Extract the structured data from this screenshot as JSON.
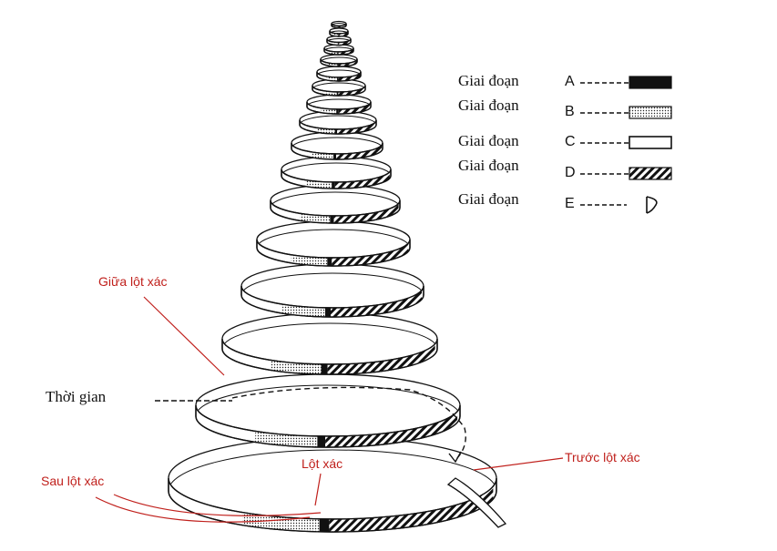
{
  "legend": {
    "prefix": "Giai đoạn",
    "items": [
      {
        "letter": "A",
        "pattern": "solid"
      },
      {
        "letter": "B",
        "pattern": "dotted"
      },
      {
        "letter": "C",
        "pattern": "empty"
      },
      {
        "letter": "D",
        "pattern": "hatched"
      },
      {
        "letter": "E",
        "pattern": "arrow"
      }
    ]
  },
  "labels": {
    "mid_molt": "Giữa lột xác",
    "time": "Thời gian",
    "molt": "Lột xác",
    "post_molt": "Sau lột xác",
    "pre_molt": "Trước lột xác"
  },
  "colors": {
    "annotation": "#c0201c",
    "ink": "#111111"
  }
}
